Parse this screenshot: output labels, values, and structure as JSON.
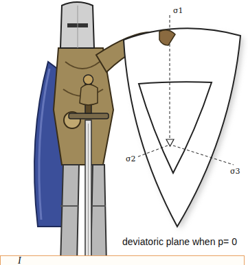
{
  "diagram": {
    "labels": [
      "σ1",
      "σ2",
      "σ3",
      "deviatoric plane when p= 0",
      "I"
    ]
  }
}
